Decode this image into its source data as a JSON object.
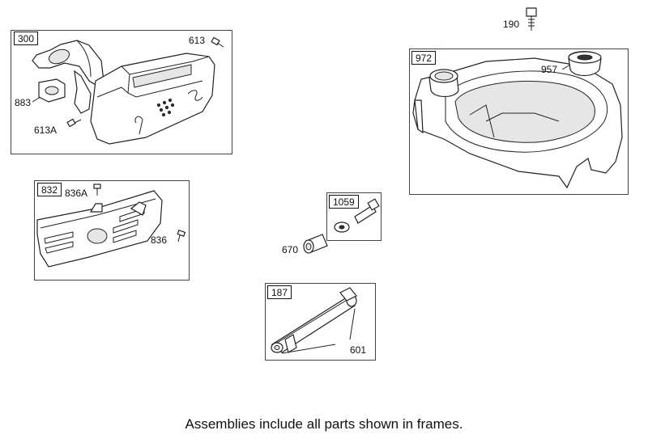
{
  "assemblies": {
    "a300": "300",
    "a832": "832",
    "a1059": "1059",
    "a187": "187",
    "a972": "972"
  },
  "parts": {
    "p613": "613",
    "p883": "883",
    "p613A": "613A",
    "p836A": "836A",
    "p836": "836",
    "p670": "670",
    "p601": "601",
    "p190": "190",
    "p957": "957"
  },
  "caption": "Assemblies include all parts shown in frames."
}
